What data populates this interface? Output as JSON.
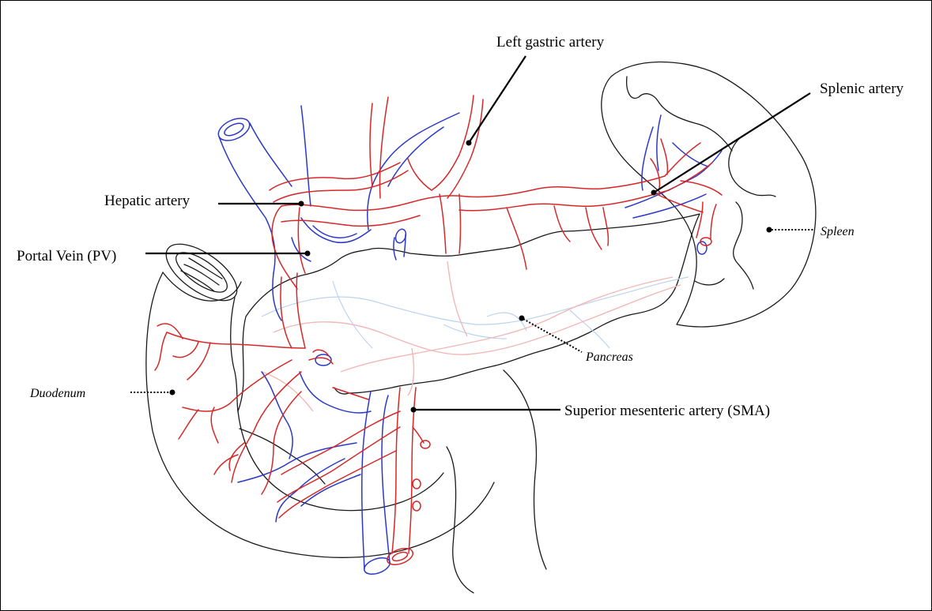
{
  "labels": {
    "left_gastric_artery": "Left gastric artery",
    "splenic_artery": "Splenic artery",
    "hepatic_artery": "Hepatic artery",
    "portal_vein": "Portal Vein (PV)",
    "spleen": "Spleen",
    "pancreas": "Pancreas",
    "duodenum": "Duodenum",
    "sma": "Superior mesenteric artery (SMA)"
  },
  "colors": {
    "artery": "#d62828",
    "vein": "#2b39c8",
    "outline": "#1a1a1a",
    "artery_behind_pancreas": "#f2b8b8",
    "vein_behind_pancreas": "#bcd3f0"
  }
}
